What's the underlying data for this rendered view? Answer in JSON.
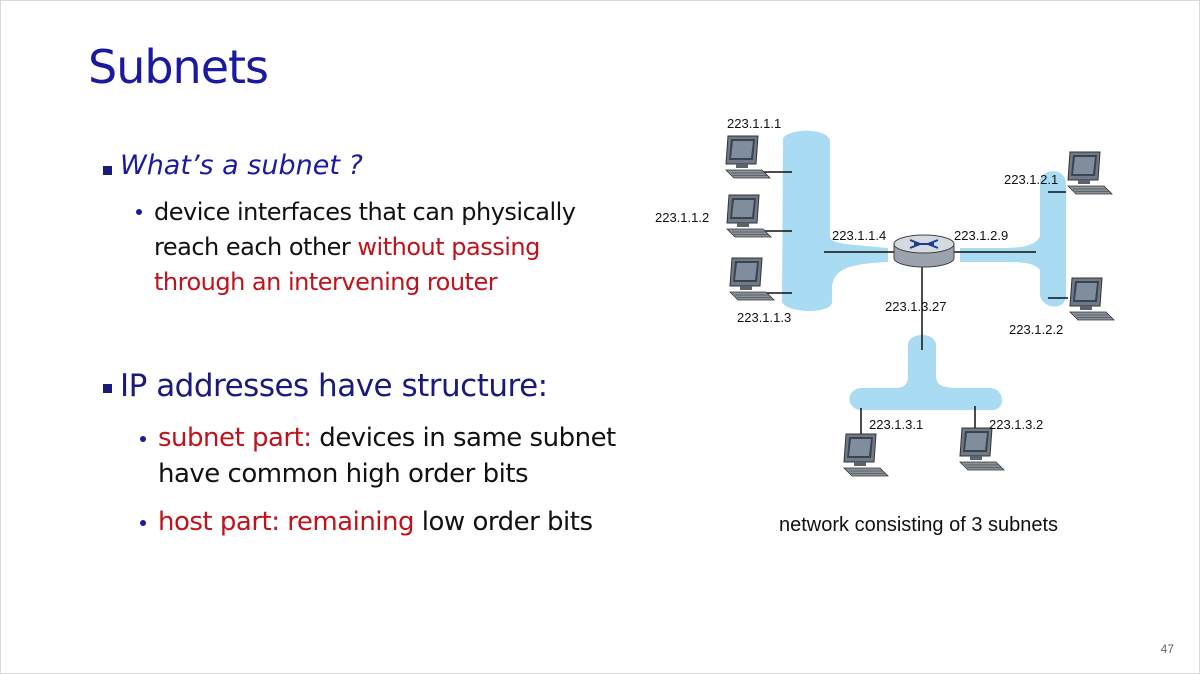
{
  "slide": {
    "title": "Subnets",
    "page_number": "47"
  },
  "bullets": {
    "b1": {
      "text": "What’s a subnet ?",
      "sub": {
        "line1_a": "device interfaces that can physically",
        "line2_a": "reach each other ",
        "line2_b": "without passing",
        "line3_b": "through an intervening router"
      }
    },
    "b2": {
      "text": "IP addresses have structure:",
      "sub1": {
        "red": "subnet part:",
        "rest": " devices in same subnet",
        "line2": "have common high order bits"
      },
      "sub2": {
        "red": "host part: remaining",
        "rest": " low order bits"
      }
    }
  },
  "diagram": {
    "labels": {
      "h111": "223.1.1.1",
      "h112": "223.1.1.2",
      "h113": "223.1.1.3",
      "r114": "223.1.1.4",
      "r129": "223.1.2.9",
      "r1327": "223.1.3.27",
      "h121": "223.1.2.1",
      "h122": "223.1.2.2",
      "h131": "223.1.3.1",
      "h132": "223.1.3.2"
    },
    "caption": "network consisting of 3 subnets",
    "colors": {
      "subnet_fill": "#a9dcf3",
      "router": "#bcc4cc"
    }
  }
}
